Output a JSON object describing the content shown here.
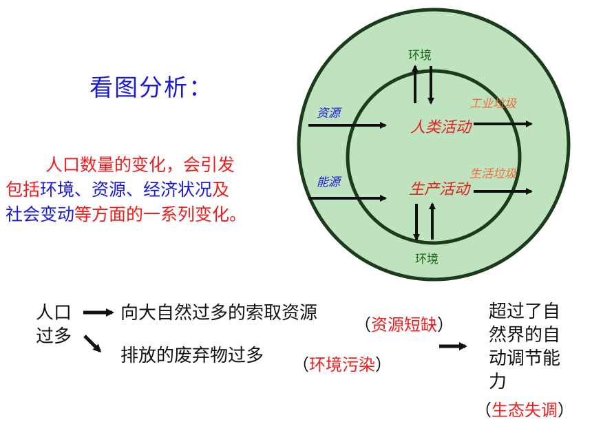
{
  "title": "看图分析：",
  "paragraph": {
    "line1_red": "人口数量的变化，会引发",
    "line2_red_a": "包括",
    "line2_blue": "环境、资源、经济状况",
    "line2_red_b": "及",
    "line3_blue": "社会变动",
    "line3_red": "等方面的一系列变化。"
  },
  "diagram": {
    "inner_top": "人类活动",
    "inner_bottom": "生产活动",
    "left_top": "资源",
    "left_bottom": "能源",
    "right_top": "工业垃圾",
    "right_bottom": "生活垃圾",
    "env_top": "环境",
    "env_bottom": "环境"
  },
  "flow": {
    "cause_line1": "人口",
    "cause_line2": "过多",
    "effect1": "向大自然过多的索取资源",
    "effect1_result": "资源短缺",
    "effect2": "排放的废弃物过多",
    "effect2_result": "环境污染",
    "outcome_line1": "超过了自",
    "outcome_line2": "然界的自",
    "outcome_line3": "动调节能",
    "outcome_line4": "力",
    "outcome_result": "生态失调"
  }
}
